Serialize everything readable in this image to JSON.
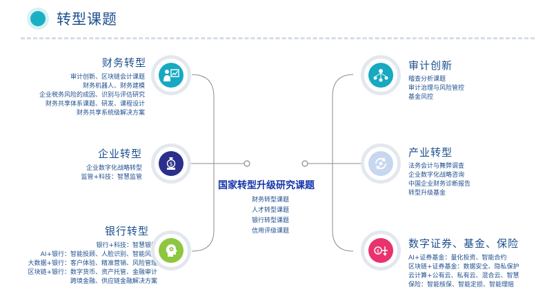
{
  "page": {
    "title": "转型课题"
  },
  "center": {
    "title": "国家转型升级研究课题",
    "items": [
      "财务转型课题",
      "人才转型课题",
      "银行转型课题",
      "信用评级课题"
    ]
  },
  "left": [
    {
      "heading": "财务转型",
      "icon": "presenter-chart-icon",
      "color": "#17a9c1",
      "lines": [
        "审计创新、区块链会计课题",
        "财务机器人、财务建模",
        "企业税务风险的成因、识别与评估研究",
        "财务共享体系课题、研发、课程设计",
        "财务共享系统级解决方案"
      ]
    },
    {
      "heading": "企业转型",
      "icon": "money-bag-icon",
      "color": "#2b2e8c",
      "lines": [
        "企业数字化战略转型",
        "监管+科技：智慧监管"
      ]
    },
    {
      "heading": "银行转型",
      "icon": "head-gear-icon",
      "color": "#8dc63f",
      "lines": [
        "银行+科技：智慧银行",
        "AI+银行：智能投顾、人脸识别、智能风控",
        "大数据+银行：客户体验、精准营销、风险管理",
        "区块链+银行：数字货币、资产托管、金融审计",
        "跨境金融、供应链金融解决方案"
      ]
    }
  ],
  "right": [
    {
      "heading": "审计创新",
      "icon": "people-network-icon",
      "color": "#17a9c1",
      "lines": [
        "稽查分析课题",
        "审计治理与风险管控",
        "基金风控"
      ]
    },
    {
      "heading": "产业转型",
      "icon": "cycle-arrows-icon",
      "color": "#c7d7ef",
      "lines": [
        "法务会计与舞弊调查",
        "企业数字化战略咨询",
        "中国企业财务诊断报告",
        "转型升级基金"
      ]
    },
    {
      "heading": "数字证券、基金、保险",
      "icon": "coin-scale-icon",
      "color": "#e8336e",
      "lines": [
        "AI+证券基金：量化投资、智能合约",
        "区块链+证券基金：数据安全、隐私保护",
        "云计算+公有云、私有云、混合云、智慧",
        "保险：智能核保、智能定损、智能理赔"
      ]
    }
  ]
}
